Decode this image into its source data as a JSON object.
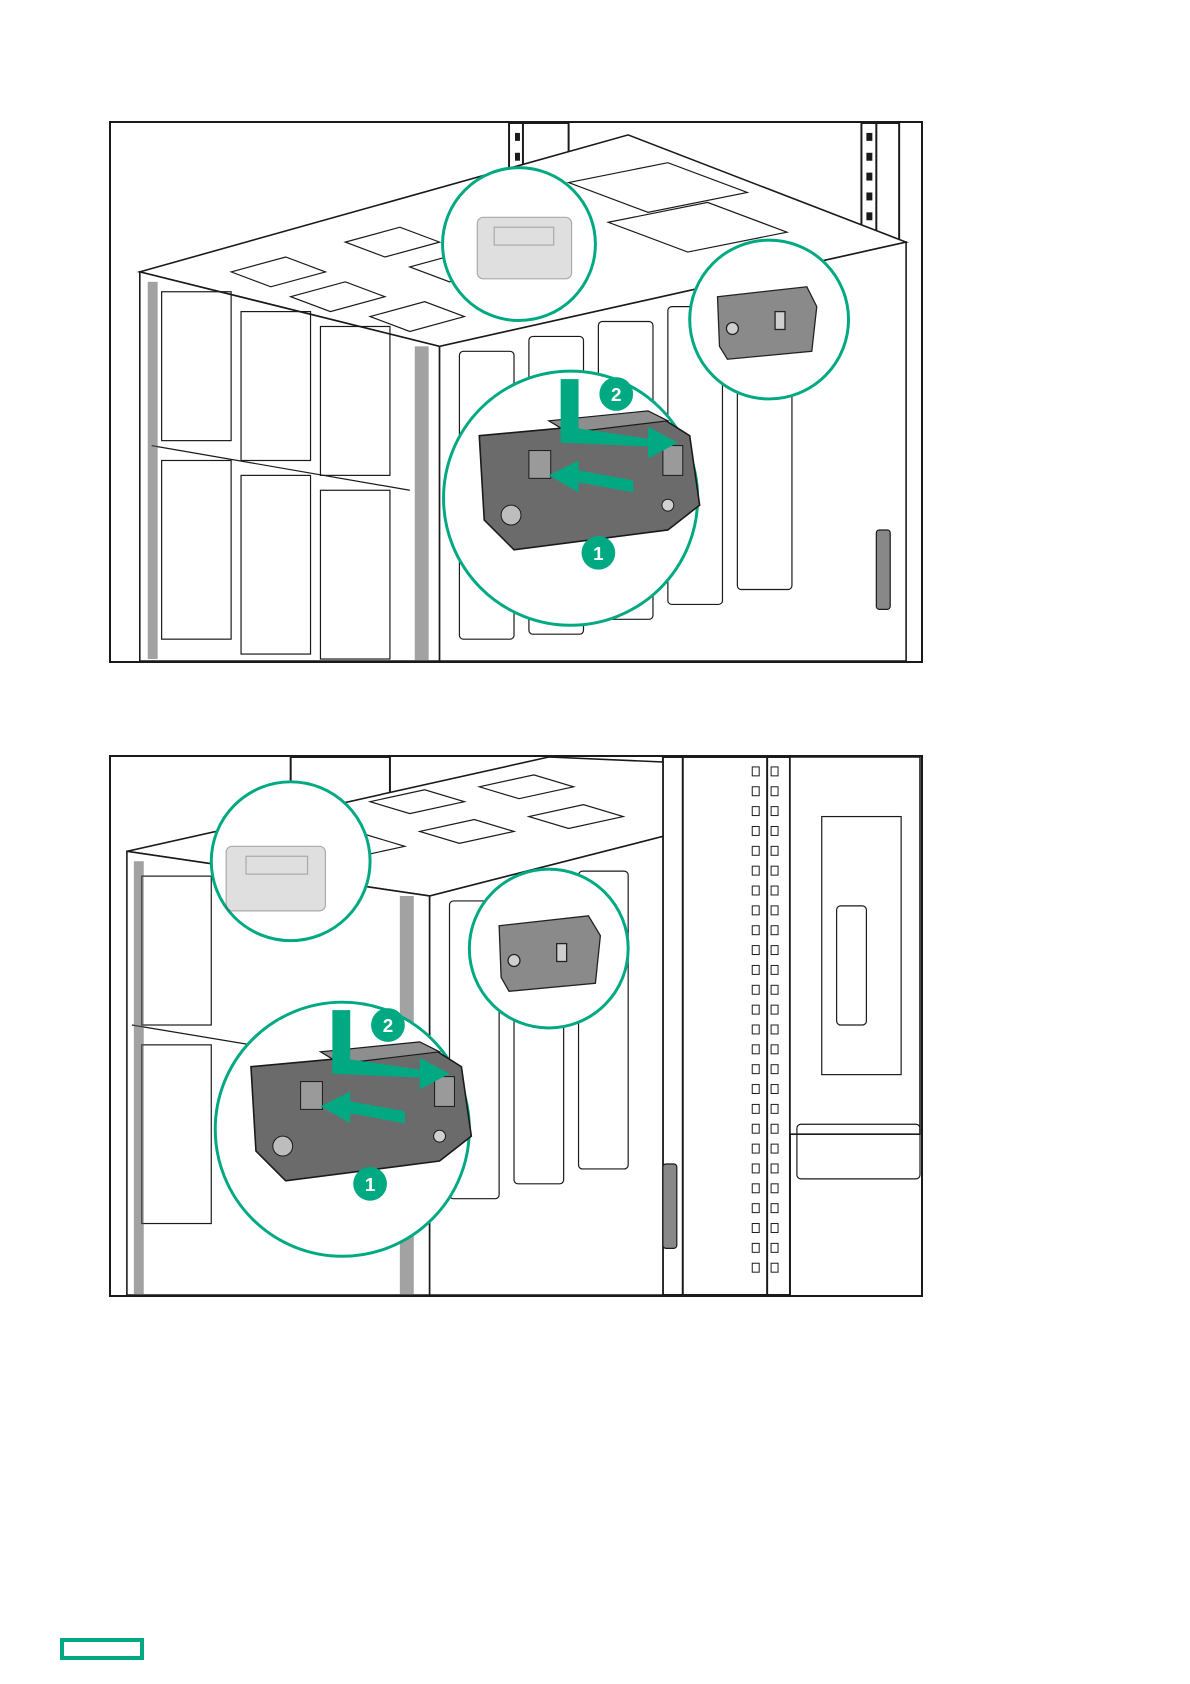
{
  "figures": [
    {
      "callouts": [
        {
          "number": "1"
        },
        {
          "number": "2"
        }
      ]
    },
    {
      "callouts": [
        {
          "number": "1"
        },
        {
          "number": "2"
        }
      ]
    }
  ],
  "colors": {
    "accent": "#01a982",
    "line": "#1a1a1a",
    "bracket": "#6b6b6b"
  },
  "logo": {
    "color": "#01a982",
    "icon": "hpe-logo-rectangle"
  }
}
